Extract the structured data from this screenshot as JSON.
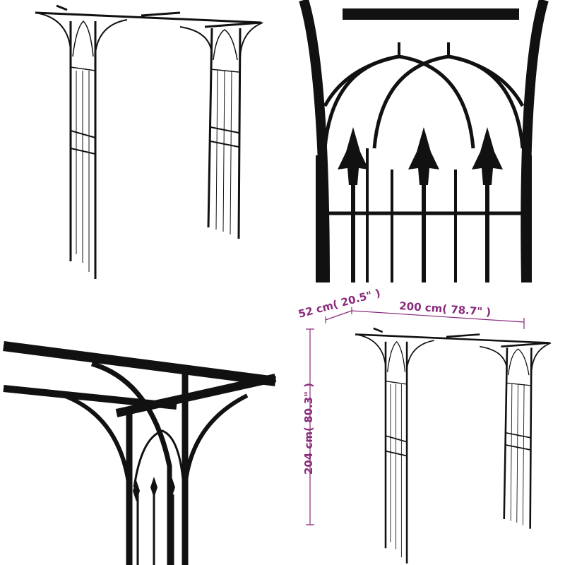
{
  "panels": [
    {
      "name": "full-arch-view"
    },
    {
      "name": "fleur-de-lis-detail"
    },
    {
      "name": "top-corner-detail"
    },
    {
      "name": "dimensions-view"
    }
  ],
  "dimensions": {
    "depth": "52 cm( 20.5\" )",
    "width": "200 cm( 78.7\" )",
    "height": "204 cm( 80.3\" )"
  },
  "colors": {
    "metal": "#111111",
    "dimension": "#8a2b7c",
    "background": "#ffffff"
  }
}
